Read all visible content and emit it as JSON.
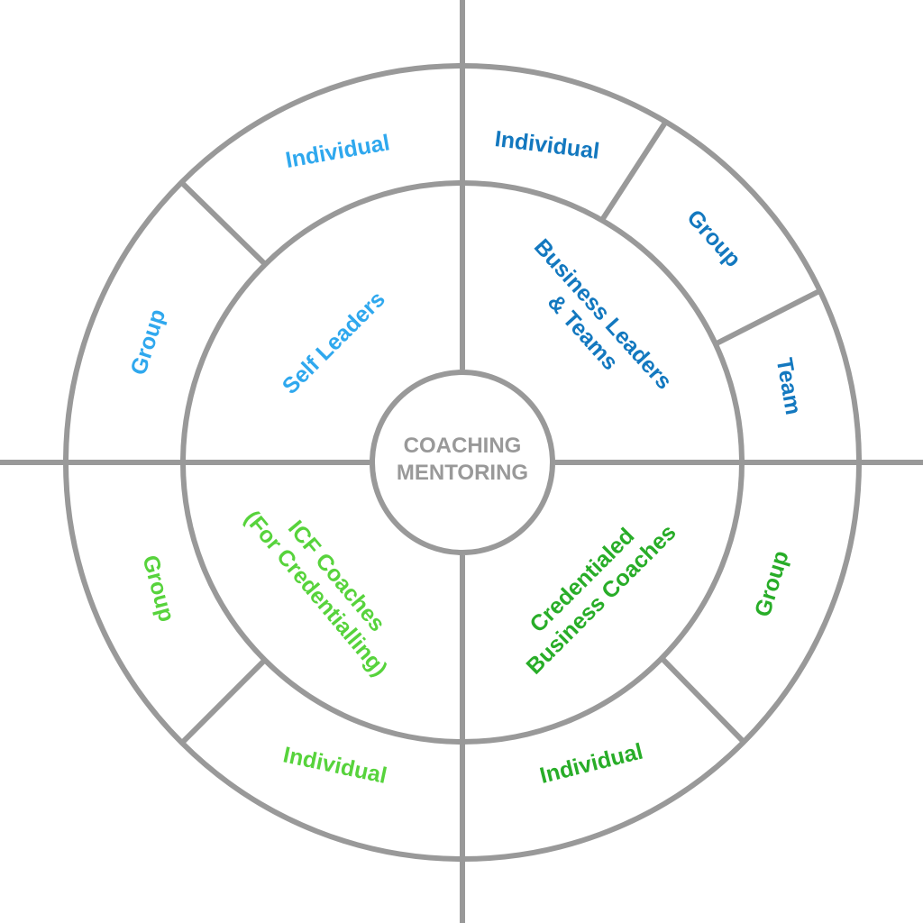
{
  "center": {
    "line1": "COACHING",
    "line2": "MENTORING"
  },
  "colors": {
    "outline": "#999999",
    "self_leaders": "#2fa8ee",
    "business": "#1378bf",
    "icf": "#57d33c",
    "credentialed": "#28ad28"
  },
  "quadrants": {
    "top_left": {
      "inner": [
        "Self Leaders"
      ],
      "outer": [
        "Individual",
        "Group"
      ]
    },
    "top_right": {
      "inner": [
        "Business Leaders",
        "& Teams"
      ],
      "outer": [
        "Individual",
        "Group",
        "Team"
      ]
    },
    "bottom_left": {
      "inner": [
        "ICF Coaches",
        "(For Credentialling)"
      ],
      "outer": [
        "Group",
        "Individual"
      ]
    },
    "bottom_right": {
      "inner": [
        "Credentialed",
        "Business Coaches"
      ],
      "outer": [
        "Group",
        "Individual"
      ]
    }
  }
}
